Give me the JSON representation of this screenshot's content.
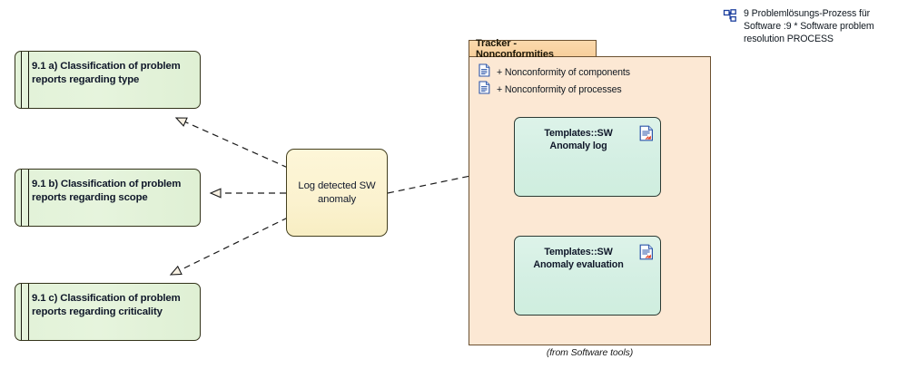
{
  "diagram": {
    "label": {
      "icon": "diagram-hierarchy-icon",
      "text": "9 Problemlösungs-Prozess für Software :9 * Software problem resolution PROCESS"
    },
    "colors": {
      "requirement_fill": "#e3f2d9",
      "requirement_border": "#33331a",
      "action_fill": "#fbf2cf",
      "action_border": "#44401f",
      "package_fill": "#fce8d4",
      "package_tab_fill": "#f9d5a4",
      "package_border": "#6b5030",
      "artifact_fill": "#d4efe3",
      "artifact_border": "#2b3a33",
      "connector": "#1a1a1a"
    }
  },
  "requirements": [
    {
      "name": "requirement-9-1-a",
      "text": "9.1 a) Classification of problem reports regarding type"
    },
    {
      "name": "requirement-9-1-b",
      "text": "9.1 b)  Classification of problem reports regarding scope"
    },
    {
      "name": "requirement-9-1-c",
      "text": "9.1 c)  Classification of problem reports regarding criticality"
    }
  ],
  "action": {
    "name": "action-log-detected-sw-anomaly",
    "text": "Log detected SW anomaly"
  },
  "package": {
    "title": "Tracker - Nonconformities",
    "caption": "(from Software tools)",
    "attributes": [
      {
        "icon": "document-icon",
        "label": "+ Nonconformity of components"
      },
      {
        "icon": "document-icon",
        "label": "+ Nonconformity of processes"
      }
    ],
    "artifacts": [
      {
        "name": "artifact-sw-anomaly-log",
        "text": "Templates::SW Anomaly log",
        "icon": "document-template-icon"
      },
      {
        "name": "artifact-sw-anomaly-evaluation",
        "text": "Templates::SW Anomaly evaluation",
        "icon": "document-template-icon"
      }
    ]
  },
  "connectors": [
    {
      "name": "connector-realization-a",
      "style": "dashed",
      "arrow": "hollow-triangle"
    },
    {
      "name": "connector-realization-b",
      "style": "dashed",
      "arrow": "hollow-triangle"
    },
    {
      "name": "connector-realization-c",
      "style": "dashed",
      "arrow": "hollow-triangle"
    },
    {
      "name": "connector-dependency-anomaly-log",
      "style": "dashed",
      "arrow": "open-arrow"
    }
  ]
}
